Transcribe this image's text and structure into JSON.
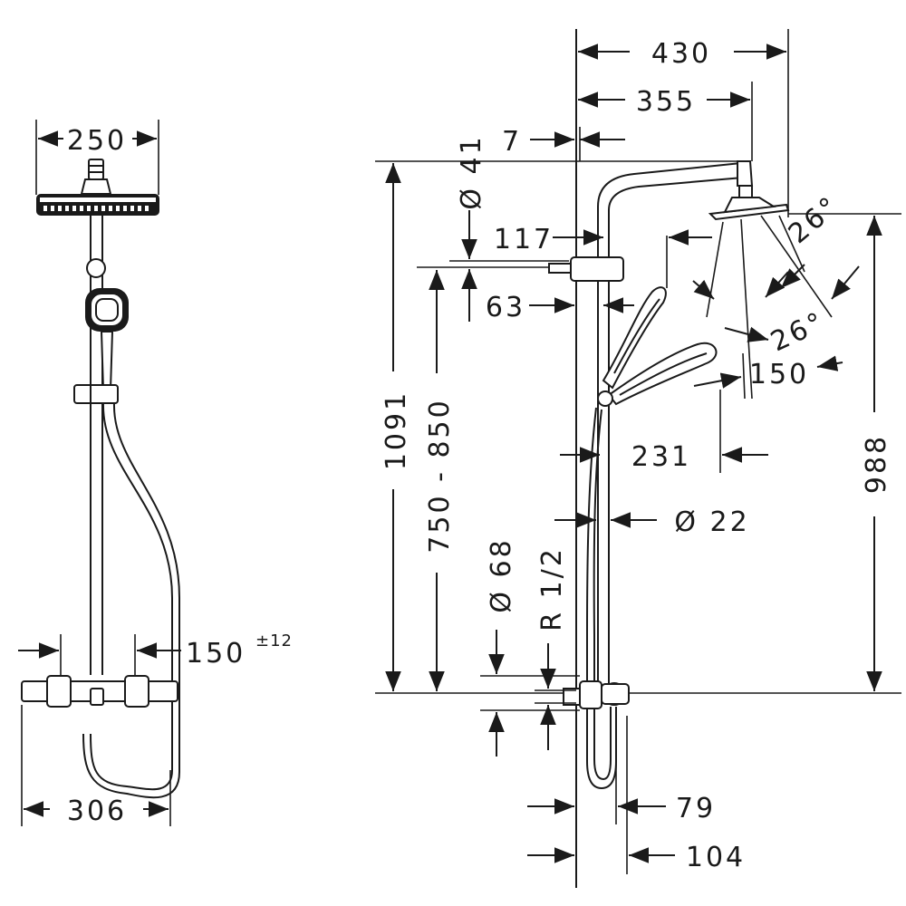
{
  "front_view": {
    "dims": {
      "head_width": "250",
      "thermostat_width": "306",
      "connection_spacing": "150",
      "connection_tolerance": "±12"
    }
  },
  "side_view": {
    "dims": {
      "total_depth": "430",
      "arm_reach": "355",
      "offset_7": "7",
      "diameter_41": "Ø 41",
      "dim_117": "117",
      "dim_63": "63",
      "height_total": "1091",
      "holder_range": "750 - 850",
      "head_height": "988",
      "angle_top": "26°",
      "angle_bottom": "26°",
      "spray_150": "150",
      "hand_231": "231",
      "rail_diameter": "Ø 22",
      "escutcheon_diameter": "Ø 68",
      "thread": "R 1/2",
      "wall_79": "79",
      "wall_104": "104"
    }
  }
}
